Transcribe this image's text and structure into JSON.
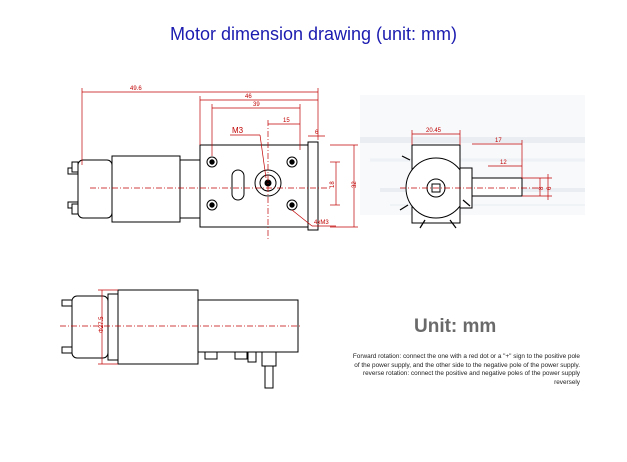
{
  "title": "Motor dimension drawing (unit: mm)",
  "unit_label": "Unit: mm",
  "wiring_note": [
    "Forward rotation: connect the one with a red dot or a \"+\" sign to the positive pole",
    "of the power supply, and the other side to the negative pole of the power supply.",
    "reverse rotation: connect the positive and negative poles of the power supply",
    "reversely"
  ],
  "dimensions": {
    "overall_length": "49.6",
    "gearbox_length": "46",
    "hole_spacing_long": "39",
    "output_offset": "15",
    "edge_offset": "6",
    "hole_spacing_short": "18",
    "gearbox_height": "32",
    "screw_thread": "M3",
    "screw_callout": "4xM3",
    "side_width": "20.45",
    "shaft_length": "17",
    "shaft_flat": "12",
    "shaft_diameter_1": "8",
    "shaft_diameter_2": "6",
    "motor_diameter": "Φ27.5"
  }
}
